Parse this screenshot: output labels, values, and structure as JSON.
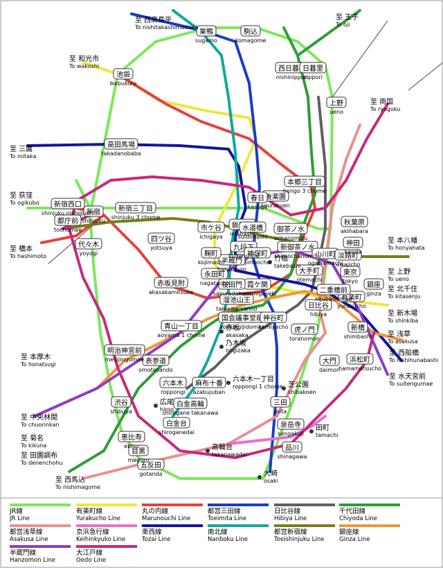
{
  "lines": [
    {
      "key": "jr",
      "jp": "JR線",
      "en": "JR Line",
      "color": "#7ce85a"
    },
    {
      "key": "yurakucho",
      "jp": "有楽町線",
      "en": "Yurakucho Line",
      "color": "#f0e63c"
    },
    {
      "key": "marunouchi",
      "jp": "丸の内線",
      "en": "Marunouchi Line",
      "color": "#e8403c"
    },
    {
      "key": "mita",
      "jp": "都営三田線",
      "en": "Toeimita Line",
      "color": "#1a3cc8"
    },
    {
      "key": "hibiya",
      "jp": "日比谷線",
      "en": "Hibiya Line",
      "color": "#606060"
    },
    {
      "key": "chiyoda",
      "jp": "千代田線",
      "en": "Chiyoda Line",
      "color": "#2e9e36"
    },
    {
      "key": "asakusa",
      "jp": "都営浅草線",
      "en": "Asakusa Line",
      "color": "#e89090"
    },
    {
      "key": "keihin",
      "jp": "京浜急行線",
      "en": "Keihinkyuko Line",
      "color": "#e86ed0"
    },
    {
      "key": "tozai",
      "jp": "東西線",
      "en": "Tozai Line",
      "color": "#1414a0"
    },
    {
      "key": "nanboku",
      "jp": "南北線",
      "en": "Nanboku Line",
      "color": "#10a8a0"
    },
    {
      "key": "shinjuku",
      "jp": "都営新宿線",
      "en": "Toeishinjuku Line",
      "color": "#7c7c14"
    },
    {
      "key": "ginza",
      "jp": "銀座線",
      "en": "Ginza Line",
      "color": "#f0963c"
    },
    {
      "key": "hanzomon",
      "jp": "半蔵門線",
      "en": "Hanzomon Line",
      "color": "#8c3cc8"
    },
    {
      "key": "oedo",
      "jp": "大江戸線",
      "en": "Oedo Line",
      "color": "#c8287c"
    }
  ],
  "stations": [
    {
      "jp": "巣鴨",
      "en": "sugamo"
    },
    {
      "jp": "駒込",
      "en": "komagome"
    },
    {
      "jp": "池袋",
      "en": "ikebukuro"
    },
    {
      "jp": "西日暮里",
      "en": "nishinippori"
    },
    {
      "jp": "日暮里",
      "en": "nippori"
    },
    {
      "jp": "上野",
      "en": "ueno"
    },
    {
      "jp": "高田馬場",
      "en": "takadanobaba"
    },
    {
      "jp": "新宿",
      "en": "shinjuku"
    },
    {
      "jp": "新宿三丁目",
      "en": "shinjuku 3 chome"
    },
    {
      "jp": "新宿西口",
      "en": "shinjuku nishiguchi"
    },
    {
      "jp": "都庁前",
      "en": "tochomae"
    },
    {
      "jp": "代々木",
      "en": "yoyogi"
    },
    {
      "jp": "市ケ谷",
      "en": "ichigaya"
    },
    {
      "jp": "四ツ谷",
      "en": "yotsuya"
    },
    {
      "jp": "飯田橋",
      "en": "iidabashi"
    },
    {
      "jp": "九段下",
      "en": "kudanshita"
    },
    {
      "jp": "神保町",
      "en": "jimbocho"
    },
    {
      "jp": "大手町",
      "en": "otemachi"
    },
    {
      "jp": "東京",
      "en": "tokyo"
    },
    {
      "jp": "銀座",
      "en": "ginza"
    },
    {
      "jp": "日比谷",
      "en": "hibiya"
    },
    {
      "jp": "有楽町",
      "en": "yurakucho"
    },
    {
      "jp": "霞ケ関",
      "en": "kasumigaseki"
    },
    {
      "jp": "溜池山王",
      "en": "tameike-sanno"
    },
    {
      "jp": "赤坂見附",
      "en": "akasakamitsuke"
    },
    {
      "jp": "青山一丁目",
      "en": "aoyama 1 chome"
    },
    {
      "jp": "表参道",
      "en": "omotesando"
    },
    {
      "jp": "渋谷",
      "en": "shibuya"
    },
    {
      "jp": "恵比寿",
      "en": "ebisu"
    },
    {
      "jp": "目黒",
      "en": "meguro"
    },
    {
      "jp": "五反田",
      "en": "gotanda"
    },
    {
      "jp": "品川",
      "en": "shinagawa"
    },
    {
      "jp": "泉岳寺",
      "en": "sengakuji"
    },
    {
      "jp": "三田",
      "en": "mita"
    },
    {
      "jp": "新橋",
      "en": "shimbashi"
    },
    {
      "jp": "浜松町",
      "en": "hamamatsucho"
    },
    {
      "jp": "大門",
      "en": "daimon"
    },
    {
      "jp": "六本木",
      "en": "roppongi"
    },
    {
      "jp": "麻布十番",
      "en": "azabujuban"
    },
    {
      "jp": "白金台",
      "en": "shiroganedai"
    },
    {
      "jp": "白金高輪",
      "en": "shirogane takanawa"
    },
    {
      "jp": "明治神宮前",
      "en": "meijijingumae"
    },
    {
      "jp": "国会議事堂前",
      "en": "kokkaigijidomae"
    },
    {
      "jp": "秋葉原",
      "en": "akihabara"
    },
    {
      "jp": "神田",
      "en": "kanda"
    },
    {
      "jp": "後楽園",
      "en": "kourakuen"
    },
    {
      "jp": "春日",
      "en": "kasuga"
    },
    {
      "jp": "本郷三丁目",
      "en": "hongo 3 chome"
    },
    {
      "jp": "水道橋",
      "en": "suidobashi"
    },
    {
      "jp": "御茶ノ水",
      "en": "ochanomizu"
    },
    {
      "jp": "新御茶ノ水",
      "en": "shin ochanomizu"
    },
    {
      "jp": "小川町",
      "en": "ogawamachi"
    },
    {
      "jp": "淡路町",
      "en": "awajicho"
    },
    {
      "jp": "二重橋前",
      "en": "nijubashimae"
    },
    {
      "jp": "虎ノ門",
      "en": "toranomon"
    },
    {
      "jp": "神谷町",
      "en": "kamiyacho"
    },
    {
      "jp": "桜田門",
      "en": "sakuradamon"
    },
    {
      "jp": "半蔵門",
      "en": "hanzomon"
    },
    {
      "jp": "永田町",
      "en": "nagatacho"
    },
    {
      "jp": "麹町",
      "en": "kojimachi"
    },
    {
      "jp": "竹橋",
      "en": "takebashi"
    },
    {
      "jp": "乃木坂",
      "en": "nogizaka"
    },
    {
      "jp": "赤坂",
      "en": "akasaka"
    },
    {
      "jp": "六本木一丁目",
      "en": "roppongi 1 chome"
    },
    {
      "jp": "広尾",
      "en": "hiroo"
    },
    {
      "jp": "芝公園",
      "en": "shibakoen"
    },
    {
      "jp": "田町",
      "en": "tamachi"
    },
    {
      "jp": "大崎",
      "en": "osaki"
    },
    {
      "jp": "高輪台",
      "en": "takanawadai"
    }
  ],
  "destinations": [
    {
      "jp": "至 西高島平",
      "en": "To nishitakashimadaira"
    },
    {
      "jp": "至 王子",
      "en": "To oji"
    },
    {
      "jp": "至 和光市",
      "en": "To wakoshi"
    },
    {
      "jp": "至 両国",
      "en": "To ryogoku"
    },
    {
      "jp": "至 三鷹",
      "en": "To mitaka"
    },
    {
      "jp": "至 荻窪",
      "en": "To ogikubo"
    },
    {
      "jp": "至 橋本",
      "en": "To hashimoto"
    },
    {
      "jp": "至 本八幡",
      "en": "To honyahata"
    },
    {
      "jp": "至 上野",
      "en": "To ueno"
    },
    {
      "jp": "至 北千住",
      "en": "To kitasenju"
    },
    {
      "jp": "至 新木場",
      "en": "To shinkiba"
    },
    {
      "jp": "至 浅草",
      "en": "To asakusa"
    },
    {
      "jp": "至 本厚木",
      "en": "To honatsugi"
    },
    {
      "jp": "至 西船橋",
      "en": "To nishihunabashi"
    },
    {
      "jp": "至 水天宮前",
      "en": "To suitengumae"
    },
    {
      "jp": "至 中央林間",
      "en": "To chuorinkan"
    },
    {
      "jp": "至 菊名",
      "en": "To kikuna"
    },
    {
      "jp": "至 田園調布",
      "en": "To denenchohu"
    },
    {
      "jp": "至 西馬込",
      "en": "To nishimagome"
    }
  ]
}
